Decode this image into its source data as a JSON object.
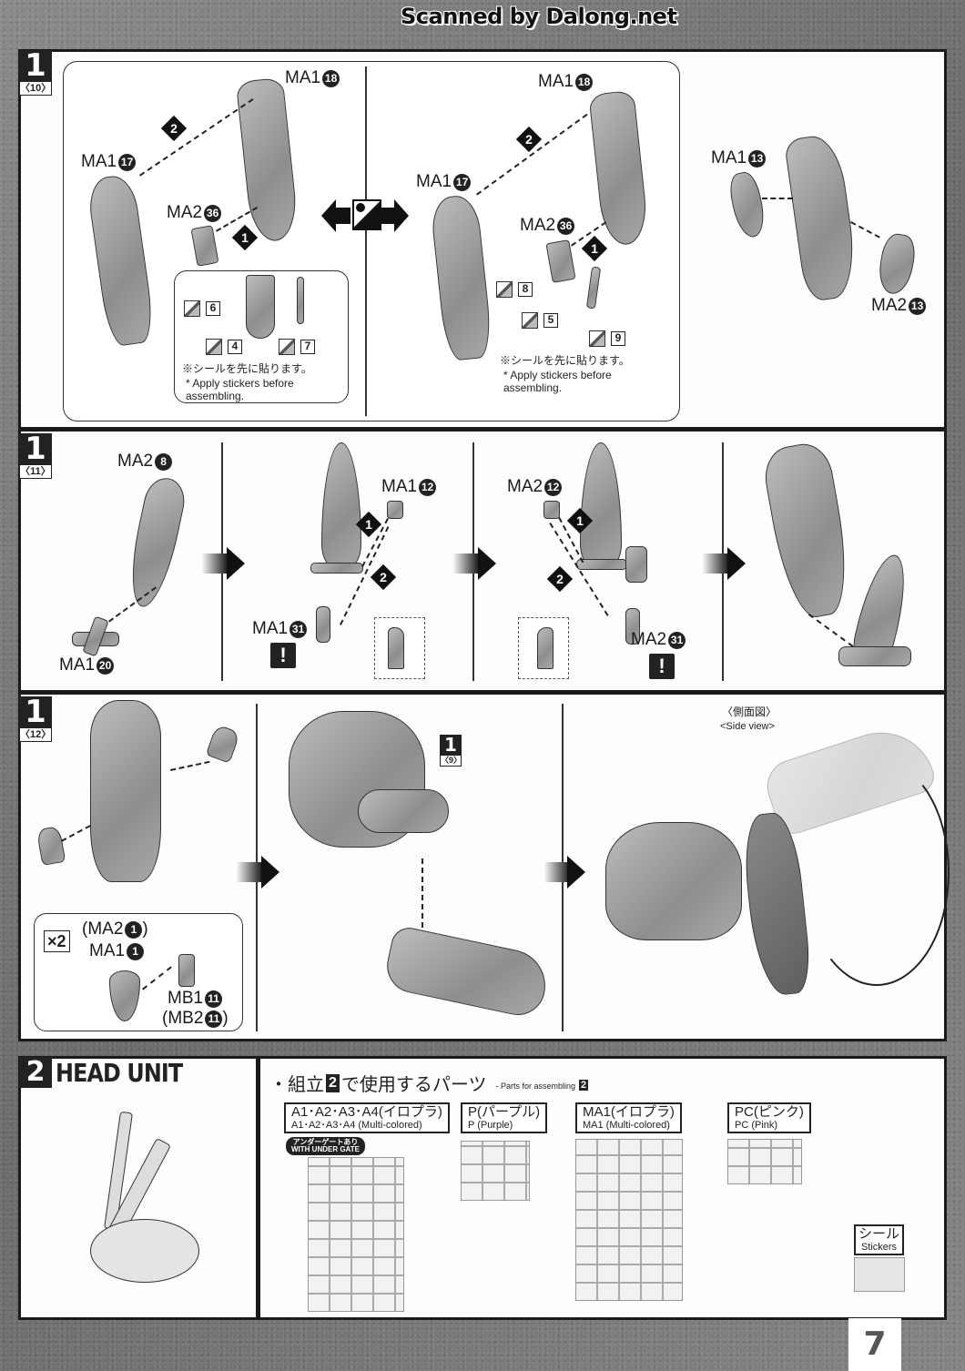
{
  "watermark": "Scanned by Dalong.net",
  "page_number": "7",
  "step1_panel_10": {
    "step_number": "1",
    "step_ref": "〈10〉",
    "left_variant": {
      "labels": {
        "part_top": "MA1",
        "part_top_num": "18",
        "part_left": "MA1",
        "part_left_num": "17",
        "part_small": "MA2",
        "part_small_num": "36"
      },
      "order": [
        "1",
        "2"
      ],
      "stickers": [
        "6",
        "4",
        "7"
      ],
      "note_jp": "※シールを先に貼ります。",
      "note_en": "* Apply stickers before assembling."
    },
    "mirror_icon": "mirror-swap-icon",
    "right_variant": {
      "labels": {
        "part_top": "MA1",
        "part_top_num": "18",
        "part_left": "MA1",
        "part_left_num": "17",
        "part_small": "MA2",
        "part_small_num": "36"
      },
      "order": [
        "1",
        "2"
      ],
      "stickers": [
        "8",
        "5",
        "9"
      ],
      "note_jp": "※シールを先に貼ります。",
      "note_en": "* Apply stickers before assembling."
    },
    "side_assembly": {
      "part_a": "MA1",
      "part_a_num": "13",
      "part_b": "MA2",
      "part_b_num": "13"
    }
  },
  "step1_panel_11": {
    "step_number": "1",
    "step_ref": "〈11〉",
    "frame1": {
      "part_top": "MA2",
      "part_top_num": "8",
      "part_bottom": "MA1",
      "part_bottom_num": "20"
    },
    "frame2": {
      "part_top": "MA1",
      "part_top_num": "12",
      "part_bottom": "MA1",
      "part_bottom_num": "31",
      "order": [
        "1",
        "2"
      ],
      "warning": "!"
    },
    "frame3": {
      "part_top": "MA2",
      "part_top_num": "12",
      "part_bottom": "MA2",
      "part_bottom_num": "31",
      "order": [
        "1",
        "2"
      ],
      "warning": "!"
    }
  },
  "step1_panel_12": {
    "step_number": "1",
    "step_ref": "〈12〉",
    "callout": {
      "multiplier": "×2",
      "line1": "(MA2",
      "line1_num": "1",
      "line2": "MA1",
      "line2_num": "1",
      "line3": "MB1",
      "line3_num": "11",
      "line4": "(MB2",
      "line4_num": "11"
    },
    "ref_badge_number": "1",
    "ref_badge_ref": "〈9〉",
    "side_view_jp": "〈側面図〉",
    "side_view_en": "<Side view>"
  },
  "step2": {
    "number": "2",
    "title": "HEAD UNIT",
    "parts_heading_jp_pre": "・組立",
    "parts_heading_num": "2",
    "parts_heading_jp_post": "で使用するパーツ",
    "parts_heading_en": "- Parts for assembling",
    "runners": [
      {
        "jp": "A1･A2･A3･A4(イロプラ)",
        "en": "A1･A2･A3･A4 (Multi-colored)",
        "badge_jp": "アンダーゲートあり",
        "badge_en": "WITH UNDER GATE"
      },
      {
        "jp": "P(パープル)",
        "en": "P (Purple)"
      },
      {
        "jp": "MA1(イロプラ)",
        "en": "MA1 (Multi-colored)"
      },
      {
        "jp": "PC(ピンク)",
        "en": "PC (Pink)"
      }
    ],
    "stickers_jp": "シール",
    "stickers_en": "Stickers"
  }
}
